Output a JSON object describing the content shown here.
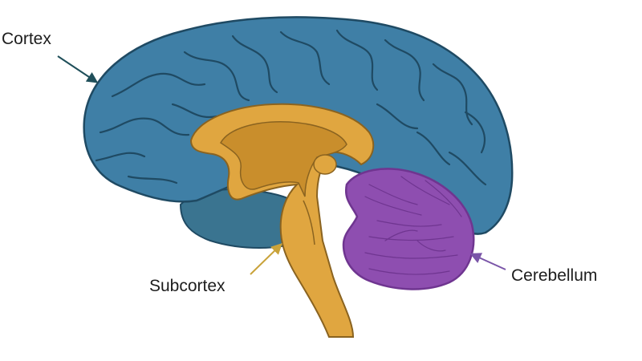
{
  "labels": {
    "cortex": "Cortex",
    "subcortex": "Subcortex",
    "cerebellum": "Cerebellum"
  },
  "colors": {
    "cortex": "#3f7fa6",
    "cortex_dark": "#2f6584",
    "cortex_outline": "#1f4a63",
    "lower_cortex": "#3a7490",
    "subcortex": "#e0a640",
    "subcortex_dark": "#c98e2c",
    "subcortex_outline": "#8a6320",
    "cerebellum": "#8e4eb0",
    "cerebellum_dark": "#6f3590",
    "arrow_cortex": "#1f4f5a",
    "arrow_subcortex": "#c9a33a",
    "arrow_cerebellum": "#7a55a8"
  }
}
